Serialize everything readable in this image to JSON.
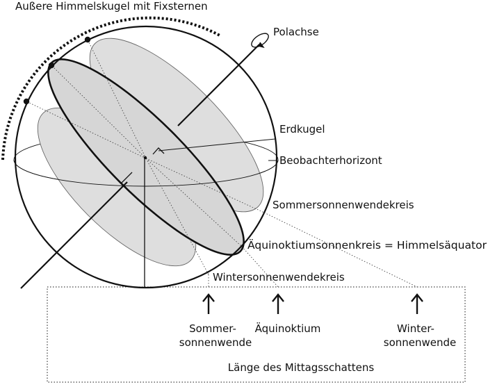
{
  "labels": {
    "outer_sphere": "Außere Himmelskugel mit Fixsternen",
    "polar_axis": "Polachse",
    "earth": "Erdkugel",
    "horizon": "Beobachterhorizont",
    "summer_circle": "Sommersonnenwendekreis",
    "equinox_circle": "Äquinoktiumsonnenkreis = Himmelsäquator",
    "winter_circle": "Wintersonnenwendekreis",
    "shadow_summer_l1": "Sommer-",
    "shadow_summer_l2": "sonnenwende",
    "shadow_equinox": "Äquinoktium",
    "shadow_winter_l1": "Winter-",
    "shadow_winter_l2": "sonnenwende",
    "shadow_length": "Länge des Mittagsschattens"
  }
}
